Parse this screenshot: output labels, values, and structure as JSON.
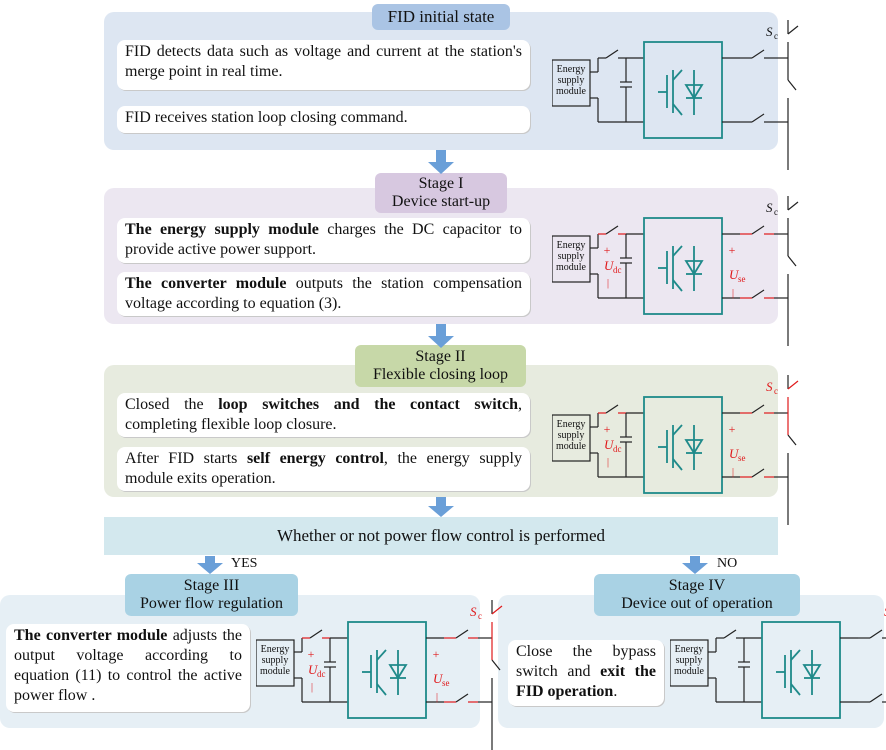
{
  "stage0": {
    "title": "FID initial state",
    "b1": "FID detects data such as voltage and current at the station's merge point in real time.",
    "b2": "FID receives station loop closing command."
  },
  "stage1": {
    "title1": "Stage I",
    "title2": "Device start-up",
    "b1_bold": "The energy supply module",
    "b1_rest": " charges the DC capacitor to provide active power support.",
    "b2_bold": "The converter module",
    "b2_rest": " outputs the station compensation voltage according to equation (3)."
  },
  "stage2": {
    "title1": "Stage II",
    "title2": "Flexible closing loop",
    "b1_pre": "Closed the ",
    "b1_bold": "loop switches and the contact switch",
    "b1_rest": ", completing flexible loop closure.",
    "b2_pre": "After FID starts ",
    "b2_bold": "self energy control",
    "b2_rest": ", the energy supply module exits operation."
  },
  "decision": "Whether or not power flow control is performed",
  "yes": "YES",
  "no": "NO",
  "stage3": {
    "title1": "Stage III",
    "title2": "Power flow regulation",
    "b_bold": "The converter module",
    "b_rest": " adjusts the output voltage according to equation (11) to control the active power flow ."
  },
  "stage4": {
    "title1": "Stage IV",
    "title2": "Device out of operation",
    "b_pre": "Close the bypass switch and ",
    "b_bold": "exit the FID operation",
    "b_rest": "."
  },
  "circuit": {
    "esm1": "Energy",
    "esm2": "supply",
    "esm3": "module",
    "sc": "S",
    "sc_sub": "c",
    "udc": "U",
    "udc_sub": "dc",
    "use": "U",
    "use_sub": "se",
    "plus": "+",
    "minus": "|"
  },
  "colors": {
    "teal": "#1f8a8a",
    "red": "#e0191b",
    "arrow": "#6a9fd8"
  }
}
